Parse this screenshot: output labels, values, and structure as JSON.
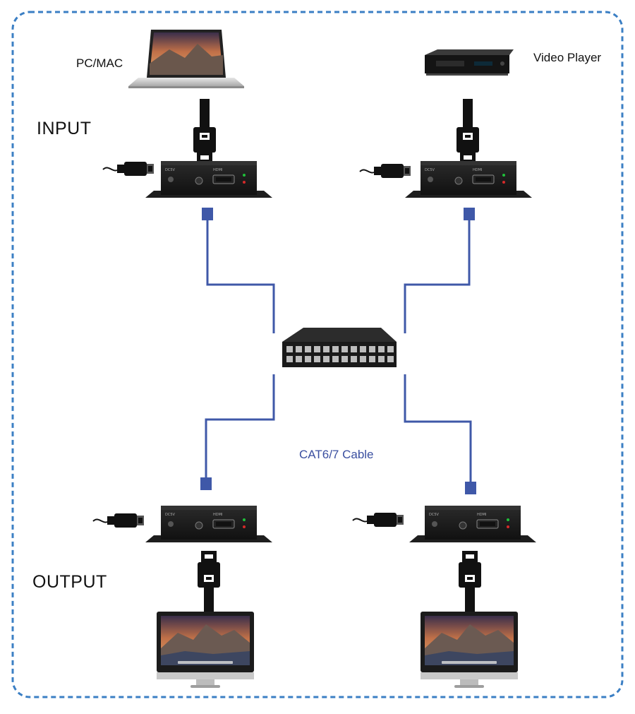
{
  "labels": {
    "pc_mac": "PC/MAC",
    "video_player": "Video Player",
    "input": "INPUT",
    "output": "OUTPUT",
    "cable": "CAT6/7 Cable"
  },
  "icons": {
    "laptop": "laptop-icon",
    "video_player": "video-player-icon",
    "hdmi_plug": "hdmi-plug-icon",
    "power_plug": "power-plug-icon",
    "extender": "hdmi-extender-icon",
    "switch": "network-switch-icon",
    "monitor": "monitor-icon",
    "rj45": "rj45-connector-icon"
  },
  "colors": {
    "border": "#3b7fc4",
    "cable": "#3f58a8",
    "device": "#1a1a1a",
    "screen_bg": "#c98256"
  }
}
